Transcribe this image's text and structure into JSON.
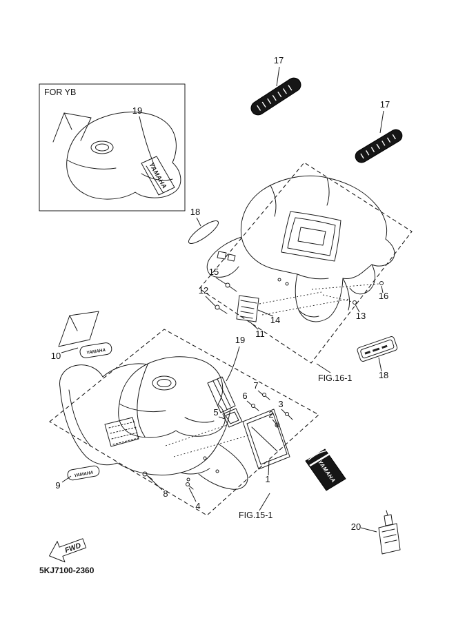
{
  "doc": {
    "drawing_number": "5KJ7100-2360"
  },
  "figures": {
    "fig15": "FIG.15-1",
    "fig16": "FIG.16-1"
  },
  "labels": {
    "for_yb": "FOR YB",
    "fwd": "FWD",
    "brand": "YAMAHA"
  },
  "colors": {
    "ink": "#1a1a1a",
    "paper": "#ffffff"
  },
  "callouts": {
    "c1": "1",
    "c2": "2",
    "c3": "3",
    "c4": "4",
    "c5": "5",
    "c6": "6",
    "c7": "7",
    "c8": "8",
    "c9": "9",
    "c10": "10",
    "c11": "11",
    "c12": "12",
    "c13": "13",
    "c14": "14",
    "c15": "15",
    "c16": "16",
    "c17a": "17",
    "c17b": "17",
    "c18a": "18",
    "c18b": "18",
    "c19a": "19",
    "c19b": "19",
    "c20": "20"
  }
}
